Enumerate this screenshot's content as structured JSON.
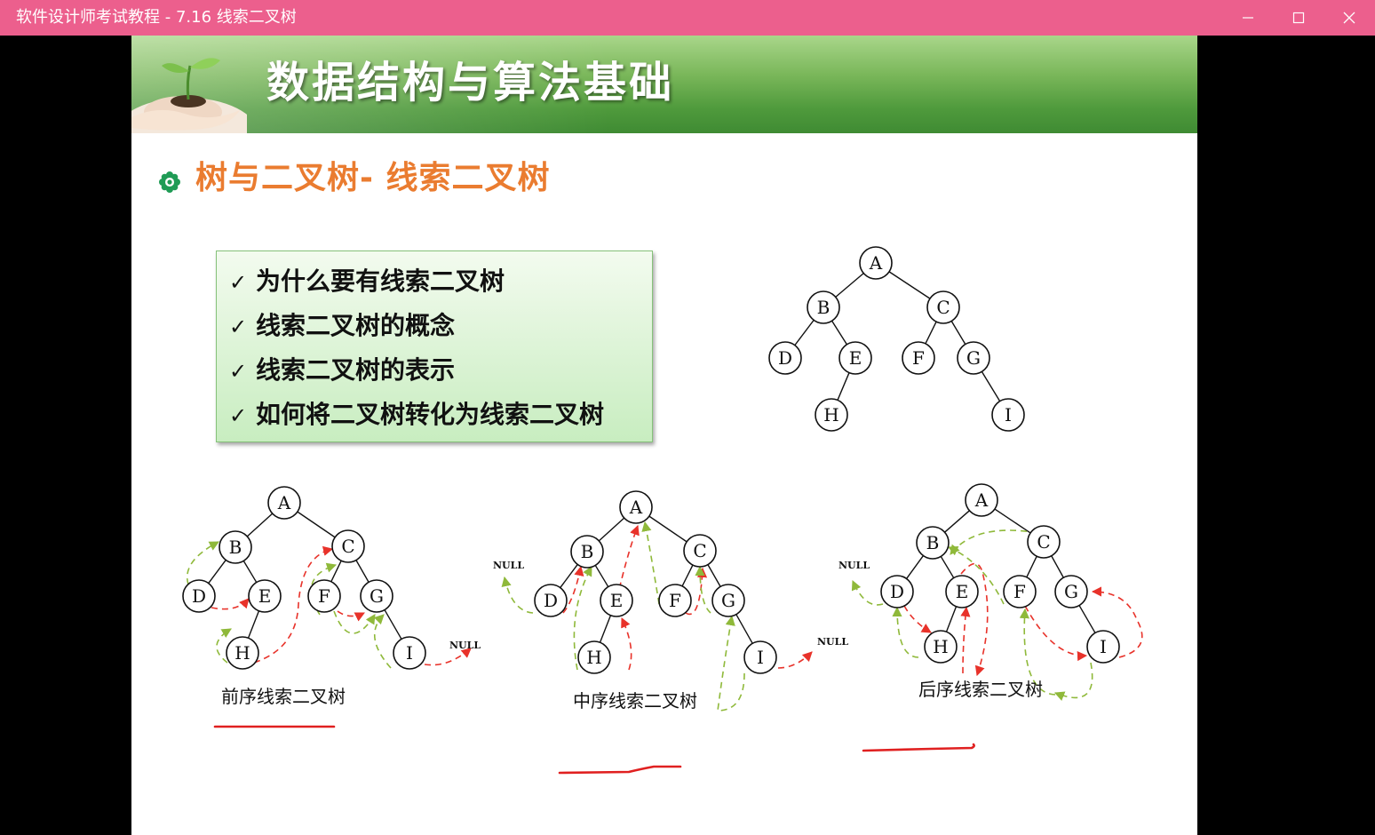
{
  "window": {
    "title": "软件设计师考试教程 - 7.16  线索二叉树",
    "buttons": {
      "minimize": "minimize-icon",
      "maximize": "maximize-icon",
      "close": "close-icon"
    }
  },
  "slide": {
    "banner_title": "数据结构与算法基础",
    "section_title": "树与二叉树- 线索二叉树",
    "topics": [
      {
        "check": "✓",
        "text": "为什么要有线索二叉树"
      },
      {
        "check": "✓",
        "text": "线索二叉树的概念"
      },
      {
        "check": "✓",
        "text": "线索二叉树的表示"
      },
      {
        "check": "✓",
        "text": "如何将二叉树转化为线索二叉树"
      }
    ],
    "node_labels": [
      "A",
      "B",
      "C",
      "D",
      "E",
      "F",
      "G",
      "H",
      "I"
    ],
    "null_label": "NULL",
    "captions": {
      "preorder": "前序线索二叉树",
      "inorder": "中序线索二叉树",
      "postorder": "后序线索二叉树"
    },
    "colors": {
      "accent_orange": "#ea7c30",
      "thread_green": "#8fb93a",
      "thread_red": "#e8322a",
      "underline_red": "#e02020",
      "titlebar_pink": "#ec5f8d",
      "banner_green": "#4f9a3c"
    }
  }
}
